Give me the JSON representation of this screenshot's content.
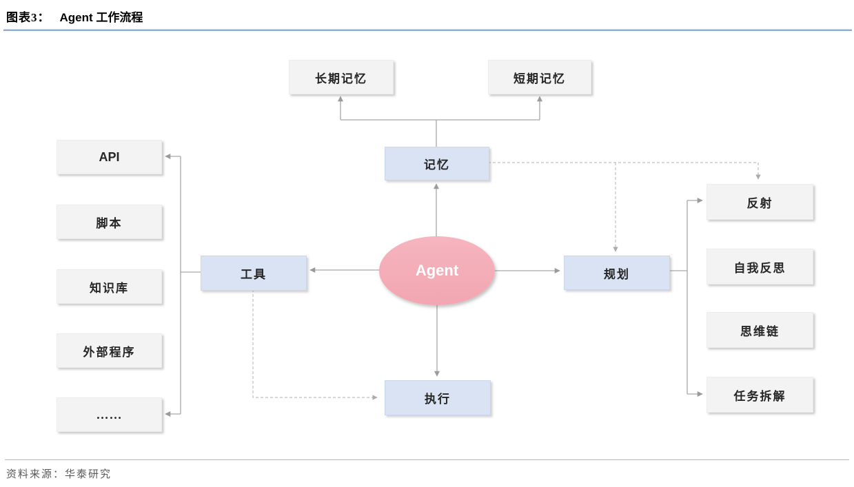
{
  "header": {
    "figure_label": "图表3：",
    "title": "Agent 工作流程"
  },
  "footer": {
    "source": "资料来源：华泰研究"
  },
  "diagram": {
    "center": {
      "label": "Agent"
    },
    "nodes": {
      "memory": {
        "label": "记忆"
      },
      "tools": {
        "label": "工具"
      },
      "planning": {
        "label": "规划"
      },
      "execute": {
        "label": "执行"
      },
      "long_term_memory": {
        "label": "长期记忆"
      },
      "short_term_memory": {
        "label": "短期记忆"
      },
      "tool_items": [
        {
          "label": "API"
        },
        {
          "label": "脚本"
        },
        {
          "label": "知识库"
        },
        {
          "label": "外部程序"
        },
        {
          "label": "……"
        }
      ],
      "planning_items": [
        {
          "label": "反射"
        },
        {
          "label": "自我反思"
        },
        {
          "label": "思维链"
        },
        {
          "label": "任务拆解"
        }
      ]
    },
    "colors": {
      "node_blue": "#dae3f3",
      "node_gray": "#f3f3f3",
      "agent_pink": "#f2a6b1",
      "line_solid": "#a6a6a6",
      "line_dashed": "#bfbfbf",
      "rule_blue": "#8fafd0"
    }
  }
}
